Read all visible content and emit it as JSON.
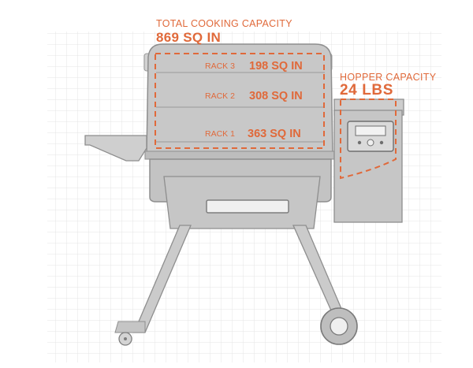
{
  "total_capacity": {
    "title": "TOTAL COOKING CAPACITY",
    "value": "869 SQ IN"
  },
  "hopper_capacity": {
    "title": "HOPPER CAPACITY",
    "value": "24 LBS"
  },
  "racks": [
    {
      "name": "RACK 3",
      "value": "198 SQ IN"
    },
    {
      "name": "RACK 2",
      "value": "308 SQ IN"
    },
    {
      "name": "RACK 1",
      "value": "363 SQ IN"
    }
  ],
  "colors": {
    "accent": "#e0693a",
    "grill_body": "#c9c9c9",
    "grill_outline": "#9a9a9a",
    "grid": "#e6e6e6"
  }
}
